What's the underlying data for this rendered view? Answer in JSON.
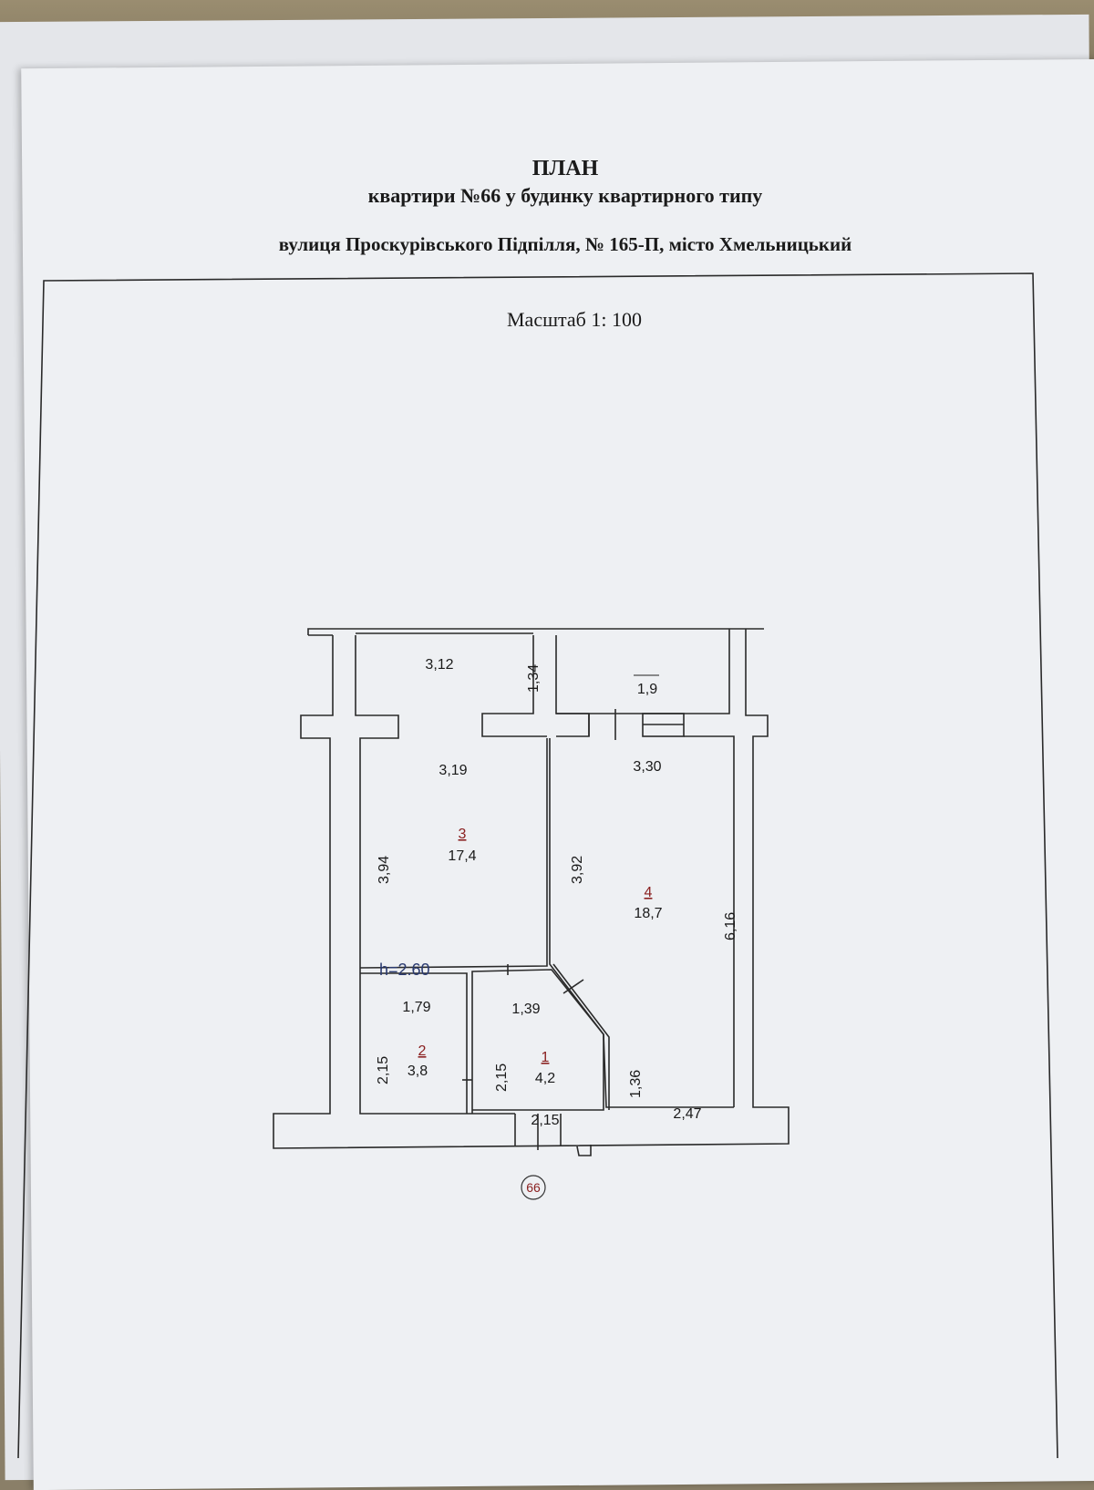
{
  "header": {
    "title": "ПЛАН",
    "subtitle": "квартири  №66 у будинку квартирного типу",
    "address": "вулиця  Проскурівського Підпілля, № 165-П, місто Хмельницький"
  },
  "scale_label": "Масштаб 1: 100",
  "ceiling_height": "h=2.60",
  "apartment_marker": "66",
  "rooms": [
    {
      "number": "1",
      "area": "4,2"
    },
    {
      "number": "2",
      "area": "3,8"
    },
    {
      "number": "3",
      "area": "17,4"
    },
    {
      "number": "4",
      "area": "18,7"
    },
    {
      "number": "",
      "area": "1,9"
    }
  ],
  "dimensions": {
    "d312": "3,12",
    "d134": "1,34",
    "d319": "3,19",
    "d394": "3,94",
    "d330": "3,30",
    "d392": "3,92",
    "d616": "6,16",
    "d179": "1,79",
    "d139": "1,39",
    "d215a": "2,15",
    "d215b": "2,15",
    "d215c": "2,15",
    "d136": "1,36",
    "d247": "2,47"
  }
}
